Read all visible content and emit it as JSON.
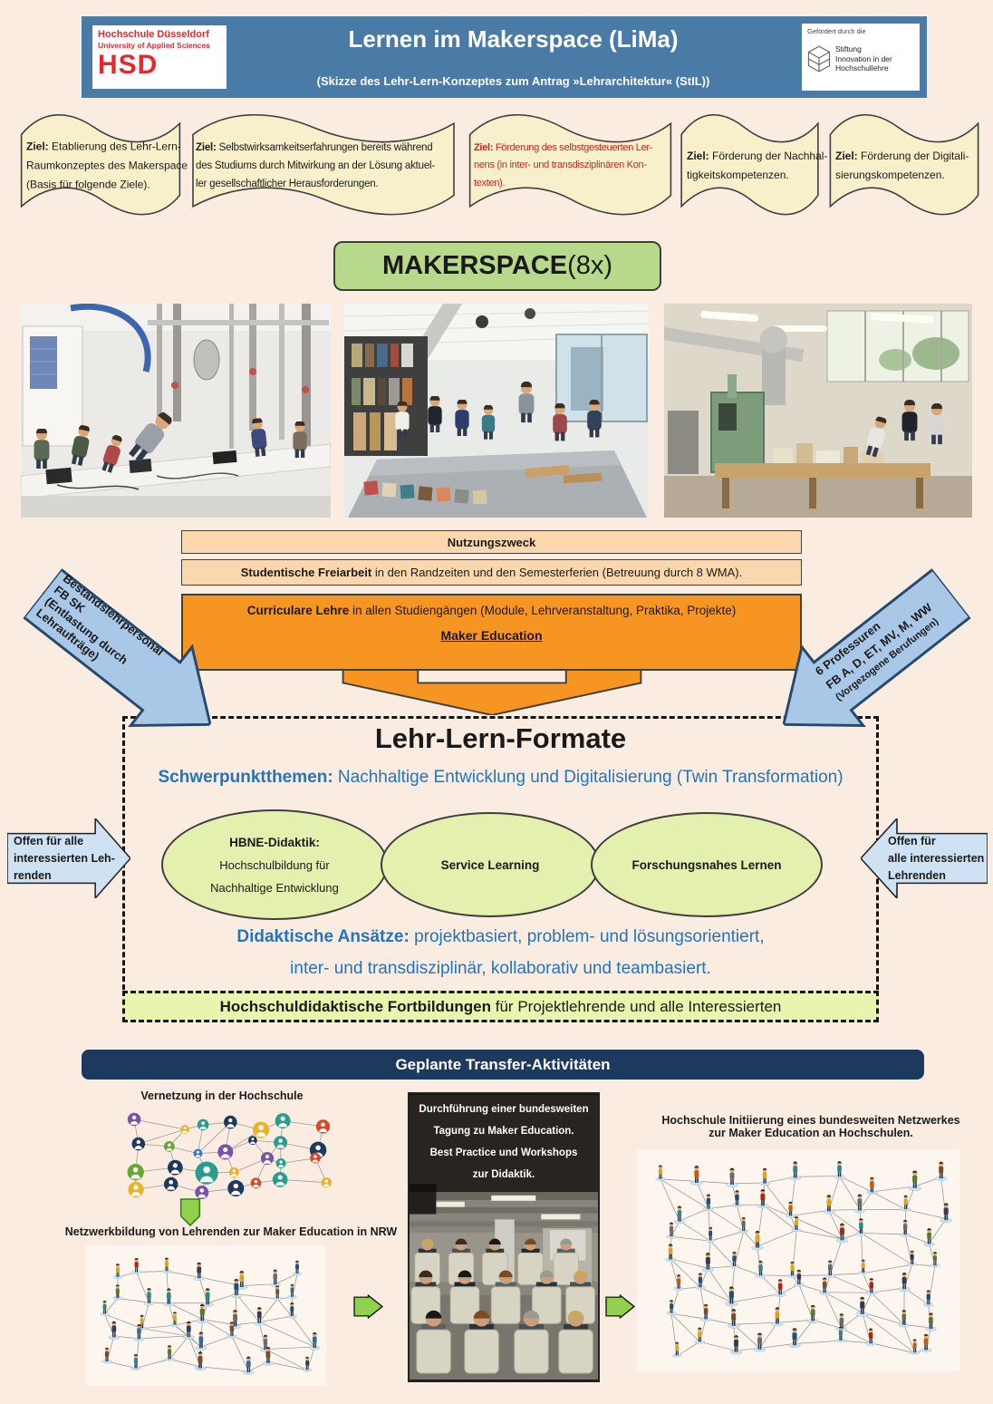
{
  "header": {
    "title": "Lernen im Makerspace (LiMa)",
    "subtitle": "(Skizze des Lehr-Lern-Konzeptes zum Antrag »Lehrarchitektur« (StIL))",
    "bar_color": "#4a7aa6",
    "hsd_logo": {
      "line1": "Hochschule Düsseldorf",
      "line2": "University of Applied Sciences",
      "acronym": "HSD",
      "color": "#e8262d"
    },
    "funder": {
      "pre": "Gefördert durch die",
      "name_line1": "Stiftung",
      "name_line2": "Innovation in der",
      "name_line3": "Hochschullehre"
    }
  },
  "goals": [
    {
      "label": "Ziel:",
      "line1": " Etablierung des Lehr-Lern-",
      "line2": "Raumkonzeptes des Makerspace",
      "line3": "(Basis für folgende Ziele).",
      "color": "#1a1a1a"
    },
    {
      "label": "Ziel:",
      "line1": " Selbstwirksamkeitserfahrungen bereits während",
      "line2": "des Studiums durch Mitwirkung an der Lösung aktuel-",
      "line3": "ler gesellschaftlicher Herausforderungen.",
      "color": "#1a1a1a"
    },
    {
      "label": "Ziel:",
      "line1": " Förderung des selbstgesteuerten Ler-",
      "line2": "nens (in inter- und transdisziplinären Kon-",
      "line3": "texten).",
      "color": "#d02020"
    },
    {
      "label": "Ziel:",
      "line1": " Förderung der Nachhal-",
      "line2": "tigkeitskompetenzen.",
      "line3": "",
      "color": "#1a1a1a"
    },
    {
      "label": "Ziel:",
      "line1": " Förderung der Digitali-",
      "line2": "sierungskompetenzen.",
      "line3": "",
      "color": "#1a1a1a"
    }
  ],
  "makerspace": {
    "word": "MAKERSPACE",
    "suffix": " (8x)",
    "fill": "#b6d98c"
  },
  "photos": {
    "left": "electronics-makerspace-photo",
    "middle": "materials-workshop-photo",
    "right": "wood-workshop-photo"
  },
  "usage": {
    "header": "Nutzungszweck",
    "free_bold": "Studentische Freiarbeit",
    "free_rest": " in den Randzeiten und den Semesterferien (Betreuung durch 8 WMA).",
    "curricular_bold": "Curriculare Lehre",
    "curricular_rest": " in allen Studiengängen (Module, Lehrveranstaltung, Praktika, Projekte)",
    "maker_education": "Maker Education",
    "fill": "#f79523"
  },
  "staff_arrow_left": {
    "fill": "#a9c7e7",
    "line1": "Bestandslehrpersonal",
    "line2": "FB SK",
    "line3": "(Entlastung durch",
    "line4": "Lehraufträge)"
  },
  "staff_arrow_right": {
    "fill": "#a9c7e7",
    "line1": "6 Professuren",
    "line2": "FB A, D, ET, MV, M, WW",
    "line3": "(Vorgezogene Berufungen)"
  },
  "formats": {
    "title": "Lehr-Lern-Formate",
    "focus_bold": "Schwerpunktthemen:",
    "focus_rest": " Nachhaltige Entwicklung und Digitalisierung (Twin Transformation)",
    "accent_color": "#2374bd",
    "ellipse1": {
      "title": "HBNE-Didaktik:",
      "line2": "Hochschulbildung für",
      "line3": "Nachhaltige Entwicklung"
    },
    "ellipse2": {
      "title": "Service Learning"
    },
    "ellipse3": {
      "title": "Forschungsnahes Lernen"
    },
    "didactic_bold": "Didaktische Ansätze:",
    "didactic_rest": " projektbasiert, problem- und lösungsorientiert,",
    "didactic_line2": "inter- und transdisziplinär, kollaborativ und teambasiert.",
    "training_bold": "Hochschuldidaktische Fortbildungen",
    "training_rest": " für Projektlehrende und alle Interessierten"
  },
  "open_left": {
    "line1": "Offen für alle",
    "line2": "interessierten Leh-",
    "line3": "renden"
  },
  "open_right": {
    "line1": "Offen für",
    "line2": "alle interessierten",
    "line3": "Lehrenden"
  },
  "transfer": {
    "title": "Geplante Transfer-Aktivitäten",
    "bar_color": "#1d3a5e",
    "caption_network1": "Vernetzung in der Hochschule",
    "caption_network2": "Netzwerkbildung von Lehrenden zur Maker Education in NRW",
    "conference_line1": "Durchführung einer bundesweiten",
    "conference_line2": "Tagung zu Maker Education.",
    "conference_line3": "Best Practice und Workshops",
    "conference_line4": "zur Didaktik.",
    "caption_network3_line1": "Hochschule Initiierung  eines bundesweiten Netzwerkes",
    "caption_network3_line2": "zur Maker Education an Hochschulen."
  }
}
